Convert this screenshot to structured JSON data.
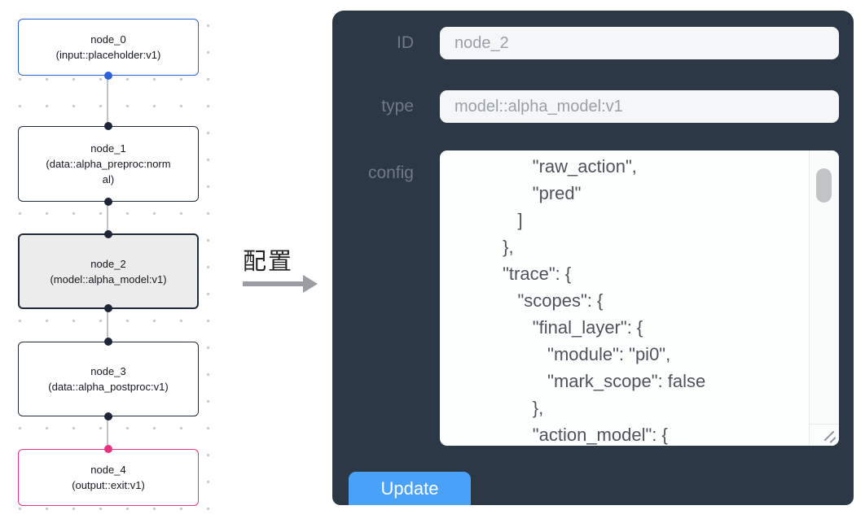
{
  "flow": {
    "nodes": [
      {
        "title": "node_0",
        "subtitle": "(input::placeholder:v1)",
        "variant": "input",
        "handles": [
          "bottom"
        ]
      },
      {
        "title": "node_1",
        "subtitle": "(data::alpha_preproc:normal)",
        "variant": "default",
        "handles": [
          "top",
          "bottom"
        ]
      },
      {
        "title": "node_2",
        "subtitle": "(model::alpha_model:v1)",
        "variant": "selected",
        "handles": [
          "top",
          "bottom"
        ]
      },
      {
        "title": "node_3",
        "subtitle": "(data::alpha_postproc:v1)",
        "variant": "default",
        "handles": [
          "top",
          "bottom"
        ]
      },
      {
        "title": "node_4",
        "subtitle": "(output::exit:v1)",
        "variant": "output",
        "handles": [
          "top"
        ]
      }
    ]
  },
  "annotation": {
    "label": "配置"
  },
  "panel": {
    "fields": [
      {
        "label": "ID",
        "value": "node_2"
      },
      {
        "label": "type",
        "value": "model::alpha_model:v1"
      }
    ],
    "config": {
      "label": "config",
      "lines": [
        "                \"raw_action\",",
        "                \"pred\"",
        "             ]",
        "          },",
        "          \"trace\": {",
        "             \"scopes\": {",
        "                \"final_layer\": {",
        "                   \"module\": \"pi0\",",
        "                   \"mark_scope\": false",
        "                },",
        "                \"action_model\": {"
      ]
    },
    "update_label": "Update"
  },
  "colors": {
    "panel_bg": "#2d3847",
    "node_blue": "#2b62d9",
    "node_pink": "#e8327e",
    "button_blue": "#4aa2f8"
  }
}
